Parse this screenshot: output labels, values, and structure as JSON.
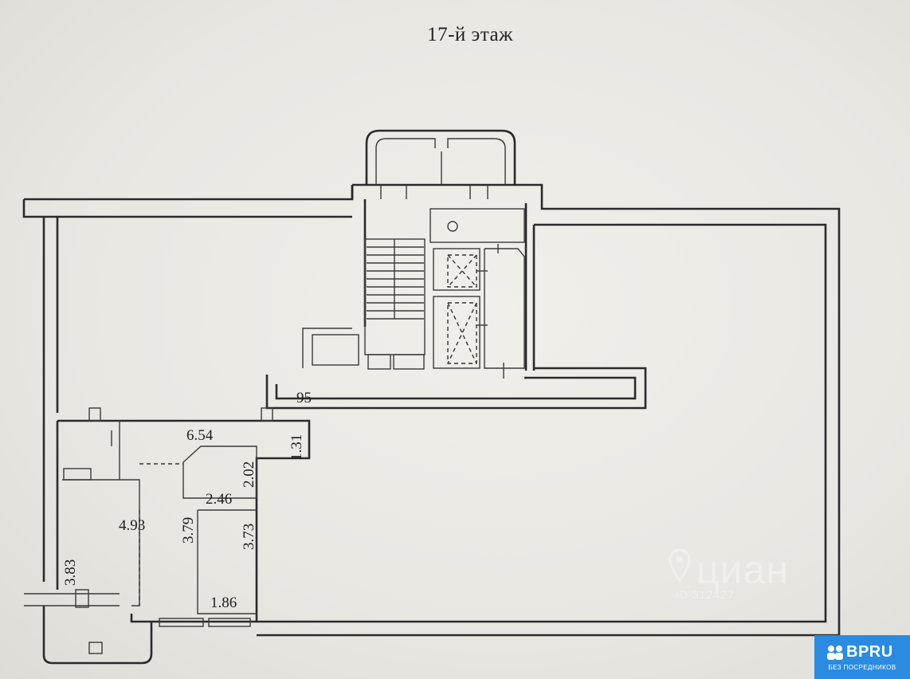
{
  "title": "17-й этаж",
  "dimensions": [
    "95",
    "6.54",
    "1.31",
    "2.02",
    "2.46",
    "4.93",
    "3.79",
    "3.73",
    "3.83",
    "1.86"
  ],
  "watermark": {
    "text": "циан",
    "sub": "ID 312427",
    "icon": "map-pin-icon"
  },
  "badge": {
    "logo": "BPRU",
    "sub": "БЕЗ ПОСРЕДНИКОВ",
    "color": "#2a8be1",
    "icon": "people-icon"
  }
}
